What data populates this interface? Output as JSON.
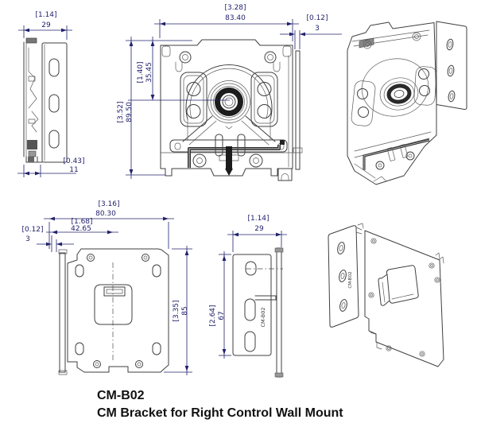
{
  "drawing": {
    "part_number": "CM-B02",
    "part_name": "CM Bracket for Right Control Wall Mount",
    "stamp": "CM-B02"
  },
  "views": {
    "side_left": {
      "width_in": "[1.14]",
      "width_mm": "29",
      "depth_in": "[0.43]",
      "depth_mm": "11"
    },
    "front": {
      "width_in": "[3.28]",
      "width_mm": "83.40",
      "offset_in": "[0.12]",
      "offset_mm": "3",
      "center_in": "[1.40]",
      "center_mm": "35.45",
      "height_in": "[3.52]",
      "height_mm": "89.50"
    },
    "back": {
      "width_in": "[3.16]",
      "width_mm": "80.30",
      "center_in": "[1.68]",
      "center_mm": "42.65",
      "offset_in": "[0.12]",
      "offset_mm": "3",
      "height_in": "[3.35]",
      "height_mm": "85"
    },
    "side_right": {
      "width_in": "[1.14]",
      "width_mm": "29",
      "height_in": "[2.64]",
      "height_mm": "67"
    }
  }
}
